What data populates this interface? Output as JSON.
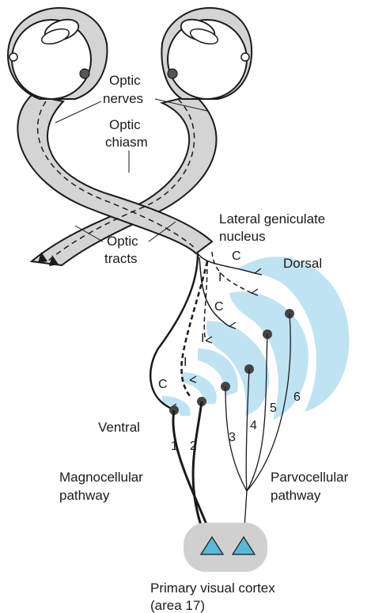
{
  "labels": {
    "optic_nerves": [
      "Optic",
      "nerves"
    ],
    "optic_chiasm": [
      "Optic",
      "chiasm"
    ],
    "optic_tracts": [
      "Optic",
      "tracts"
    ],
    "lgn": [
      "Lateral geniculate",
      "nucleus"
    ],
    "dorsal": "Dorsal",
    "ventral": "Ventral",
    "magno": [
      "Magnocellular",
      "pathway"
    ],
    "parvo": [
      "Parvocellular",
      "pathway"
    ],
    "cortex": [
      "Primary visual cortex",
      "(area 17)"
    ]
  },
  "layer_letters": [
    "C",
    "I",
    "C",
    "I",
    "I",
    "C"
  ],
  "layer_numbers": [
    "1",
    "2",
    "3",
    "4",
    "5",
    "6"
  ],
  "colors": {
    "nerve_fill": "#d4d4d4",
    "lgn_fill": "#bfe3f2",
    "cortex_fill": "#d0d0d0",
    "neuron_fill": "#5ab8d6",
    "stroke": "#1a1a1a"
  }
}
